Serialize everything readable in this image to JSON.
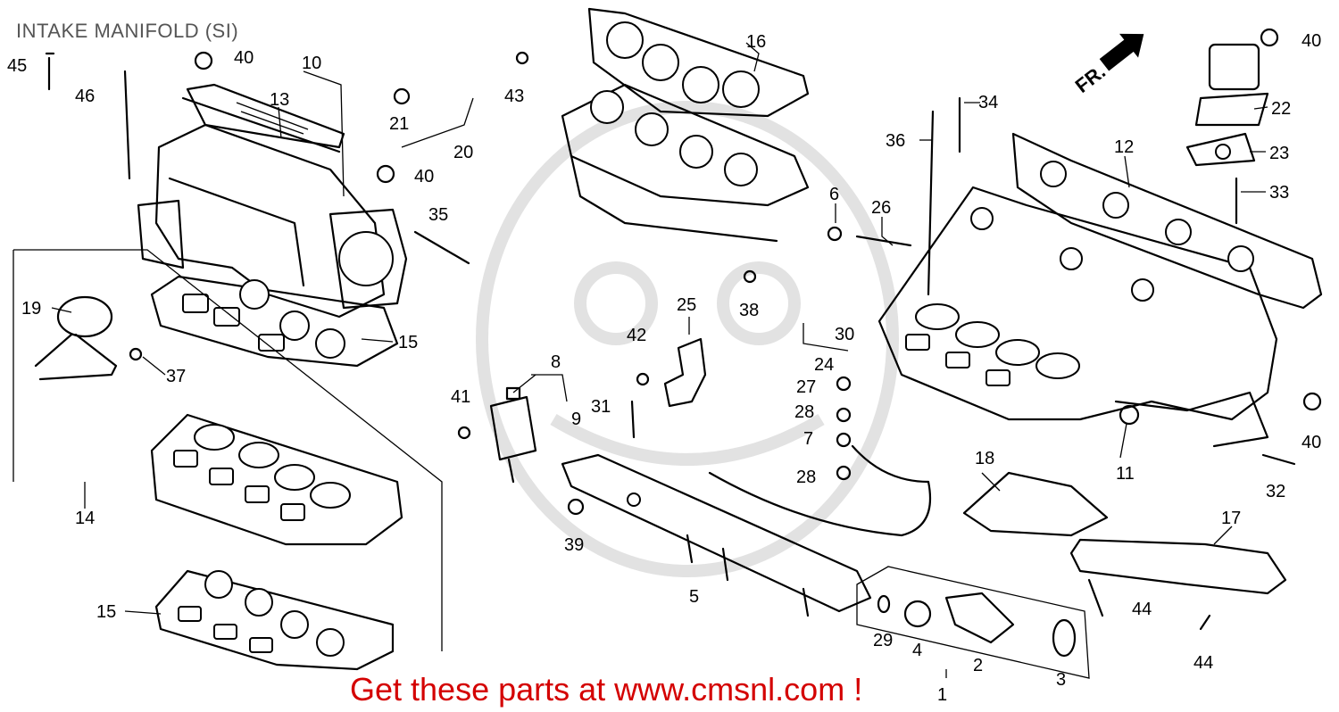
{
  "title": "INTAKE MANIFOLD (SI)",
  "banner": "Get these parts at www.cmsnl.com !",
  "direction_marker": "FR.",
  "colors": {
    "banner": "#d40000",
    "title": "#555555",
    "ink": "#000000"
  },
  "part_numbers": {
    "p1": "1",
    "p2": "2",
    "p3": "3",
    "p4": "4",
    "p5": "5",
    "p6": "6",
    "p7": "7",
    "p8": "8",
    "p9": "9",
    "p10": "10",
    "p11": "11",
    "p12": "12",
    "p13": "13",
    "p14": "14",
    "p15": "15",
    "p16": "16",
    "p17": "17",
    "p18": "18",
    "p19": "19",
    "p20": "20",
    "p21": "21",
    "p22": "22",
    "p23": "23",
    "p24": "24",
    "p25": "25",
    "p26": "26",
    "p27": "27",
    "p28": "28",
    "p29": "29",
    "p30": "30",
    "p31": "31",
    "p32": "32",
    "p33": "33",
    "p34": "34",
    "p35": "35",
    "p36": "36",
    "p37": "37",
    "p38": "38",
    "p39": "39",
    "p40": "40",
    "p41": "41",
    "p42": "42",
    "p43": "43",
    "p44": "44",
    "p45": "45",
    "p46": "46"
  }
}
